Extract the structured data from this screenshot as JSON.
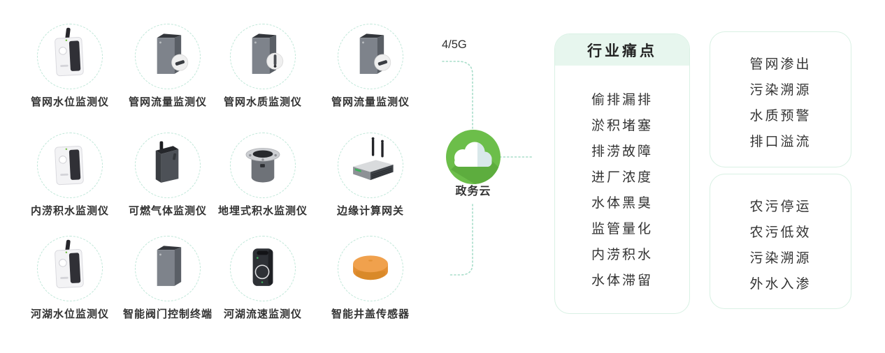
{
  "connector": {
    "network_label": "4/5G",
    "cloud_label": "政务云"
  },
  "devices": [
    {
      "label": "管网水位监测仪",
      "icon": "white-sensor-antenna-icon"
    },
    {
      "label": "管网流量监测仪",
      "icon": "gray-cabinet-flow-icon"
    },
    {
      "label": "管网水质监测仪",
      "icon": "gray-cabinet-probe-icon"
    },
    {
      "label": "管网流量监测仪",
      "icon": "gray-cabinet-flow-icon"
    },
    {
      "label": "内涝积水监测仪",
      "icon": "white-sensor-icon"
    },
    {
      "label": "可燃气体监测仪",
      "icon": "dark-gas-detector-icon"
    },
    {
      "label": "地埋式积水监测仪",
      "icon": "buried-cylinder-icon"
    },
    {
      "label": "边缘计算网关",
      "icon": "gateway-antennas-icon"
    },
    {
      "label": "河湖水位监测仪",
      "icon": "white-sensor-antenna-icon"
    },
    {
      "label": "智能阀门控制终端",
      "icon": "gray-cabinet-icon"
    },
    {
      "label": "河湖流速监测仪",
      "icon": "dark-ring-terminal-icon"
    },
    {
      "label": "智能井盖传感器",
      "icon": "orange-manhole-icon"
    }
  ],
  "pain_points_card": {
    "title": "行业痛点",
    "items": [
      "偷排漏排",
      "淤积堵塞",
      "排涝故障",
      "进厂浓度",
      "水体黑臭",
      "监管量化",
      "内涝积水",
      "水体滞留"
    ]
  },
  "side_cards": [
    {
      "items": [
        "管网渗出",
        "污染溯源",
        "水质预警",
        "排口溢流"
      ]
    },
    {
      "items": [
        "农污停运",
        "农污低效",
        "污染溯源",
        "外水入渗"
      ]
    }
  ],
  "colors": {
    "cloud_green": "#6cbe4a",
    "cloud_green_dark": "#5dad3e",
    "cloud_gray": "#d9e8ea",
    "dotted_line_mint": "#a7ddc9",
    "card_border": "#d9f1e4",
    "card_header_bg": "#e7f6ee",
    "circle_border": "#bfe7d8",
    "text": "#333333",
    "manhole_orange": "#ef9d45"
  }
}
